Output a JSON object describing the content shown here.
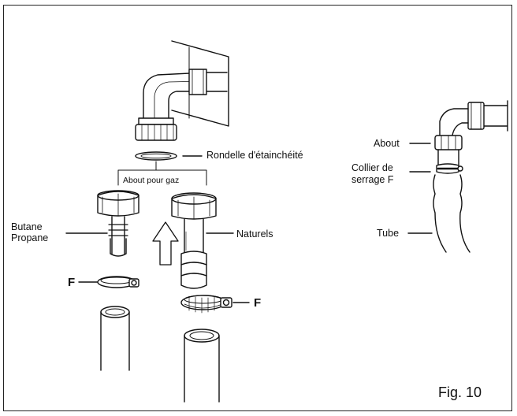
{
  "labels": {
    "rondelle": "Rondelle d'étainchéité",
    "about_gaz": "About pour gaz",
    "butane": "Butane",
    "propane": "Propane",
    "naturels": "Naturels",
    "clamp_left": "F",
    "clamp_right": "F",
    "about": "About",
    "collier_1": "Collier de",
    "collier_2": "serrage F",
    "tube": "Tube",
    "figure": "Fig. 10"
  }
}
